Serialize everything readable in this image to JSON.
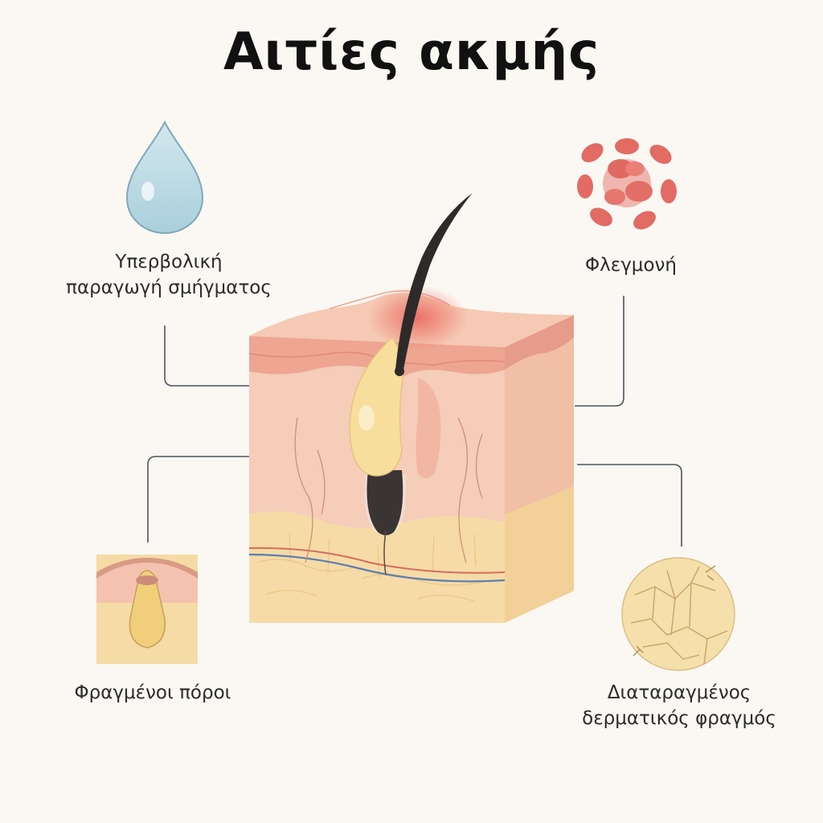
{
  "title": "Αιτίες ακμής",
  "causes": {
    "sebum": {
      "line1": "Υπερβολική",
      "line2": "παραγωγή σμήγματος",
      "icon": "water-drop-icon"
    },
    "inflammation": {
      "label": "Φλεγμονή",
      "icon": "inflamed-cells-icon"
    },
    "pores": {
      "label": "Φραγμένοι πόροι",
      "icon": "clogged-pore-icon"
    },
    "barrier": {
      "line1": "Διαταραγμένος",
      "line2": "δερματικός φραγμός",
      "icon": "cracked-skin-icon"
    }
  },
  "colors": {
    "background": "#fbf8f3",
    "skin": "#f6cdb9",
    "epidermis": "#eea592",
    "fat": "#f6dba6",
    "sebum": "#f7de9c",
    "hair": "#2f2a2a",
    "inflammation": "#e0605a",
    "drop": "#bcdbe6",
    "connector": "#4a5560"
  }
}
